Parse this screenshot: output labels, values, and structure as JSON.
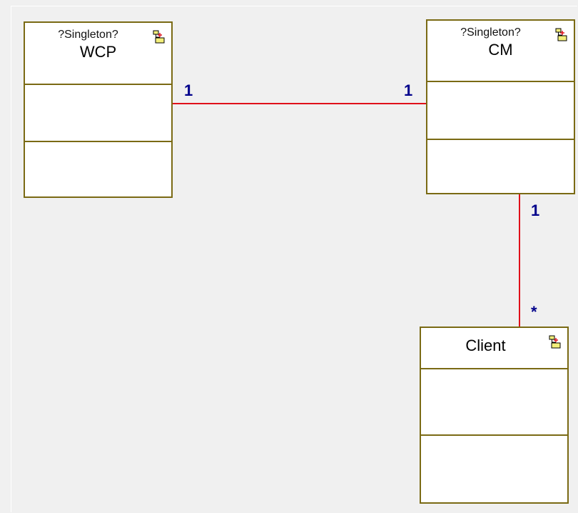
{
  "colors": {
    "background": "#f0f0f0",
    "class_border": "#7a6a14",
    "class_fill": "#ffffff",
    "association_line": "#e0101a",
    "multiplicity": "#00008b",
    "icon_fill": "#f3ef7a"
  },
  "classes": {
    "wcp": {
      "stereotype": "?Singleton?",
      "name": "WCP",
      "icon": "class-icon"
    },
    "cm": {
      "stereotype": "?Singleton?",
      "name": "CM",
      "icon": "class-icon"
    },
    "client": {
      "name": "Client",
      "icon": "class-icon"
    }
  },
  "associations": {
    "wcp_cm": {
      "source_multiplicity": "1",
      "target_multiplicity": "1"
    },
    "cm_client": {
      "source_multiplicity": "1",
      "target_multiplicity": "*"
    }
  }
}
